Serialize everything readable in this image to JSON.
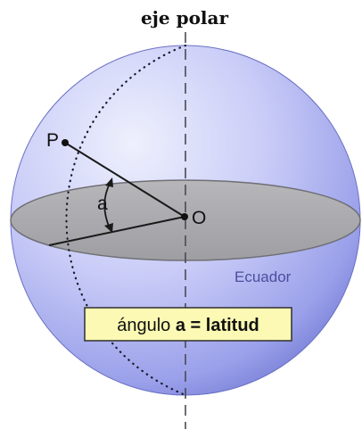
{
  "diagram": {
    "axis_label": "eje polar",
    "point_p_label": "P",
    "center_label": "O",
    "angle_label": "a",
    "equator_label": "Ecuador",
    "caption": {
      "prefix": "ángulo ",
      "var": "a",
      "equals": " = ",
      "term": "latitud"
    }
  },
  "colors": {
    "sphere_light": "#e4e6fb",
    "sphere_mid": "#a9aef0",
    "sphere_dark": "#5f66c9",
    "equator_fill": "#a9a9ad",
    "equator_stroke": "#6f6f74",
    "caption_bg": "#fbf9b3",
    "caption_border": "#2f2f2f",
    "equator_text": "#4b4f9e"
  }
}
